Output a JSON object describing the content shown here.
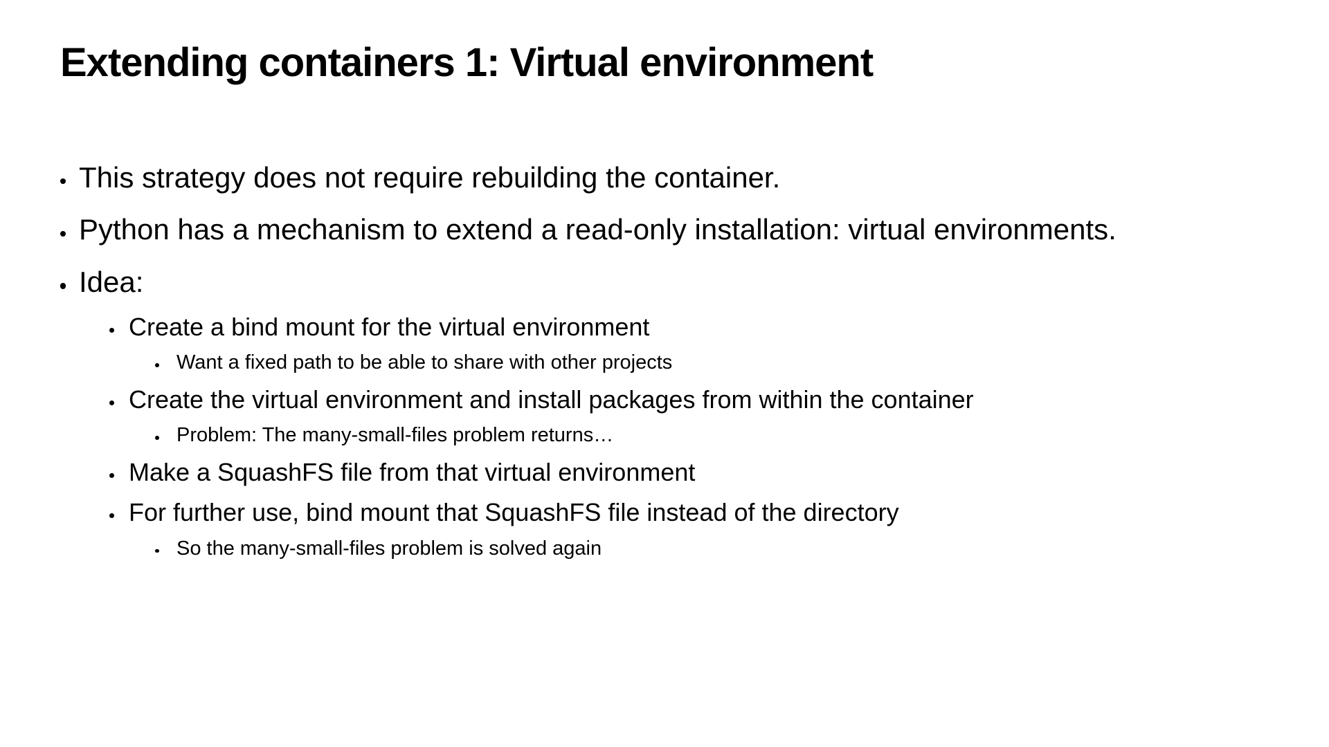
{
  "slide": {
    "background_color": "#ffffff",
    "text_color": "#000000",
    "title": "Extending containers 1: Virtual environment",
    "bullets": [
      {
        "text": "This strategy does not require rebuilding the container."
      },
      {
        "text": "Python has a mechanism to extend a read-only installation: virtual environments."
      },
      {
        "text": "Idea:",
        "children": [
          {
            "text": "Create a bind mount for the virtual environment",
            "children": [
              {
                "text": "Want a fixed path to be able to share with other projects"
              }
            ]
          },
          {
            "text": "Create the virtual environment and install packages from within the container",
            "children": [
              {
                "text": "Problem: The many-small-files problem returns…"
              }
            ]
          },
          {
            "text": "Make a SquashFS file from that virtual environment"
          },
          {
            "text": "For further use, bind mount that SquashFS file instead of the directory",
            "children": [
              {
                "text": "So the many-small-files problem is solved again"
              }
            ]
          }
        ]
      }
    ]
  }
}
